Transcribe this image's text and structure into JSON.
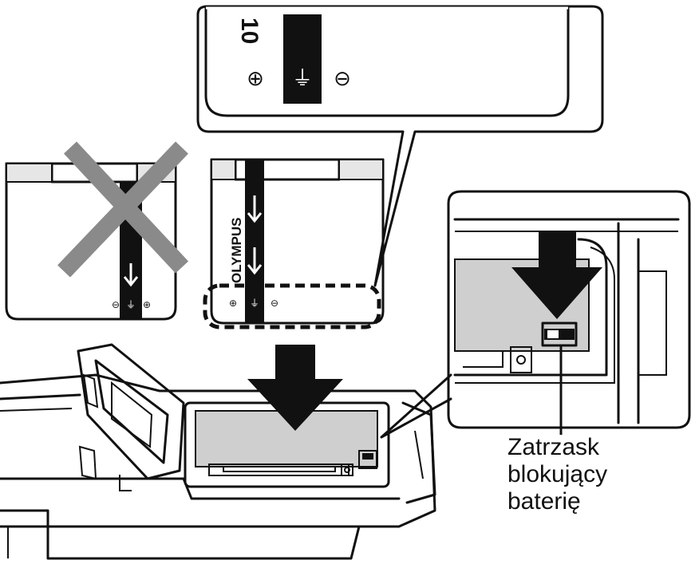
{
  "zoom_top": {
    "label_number": "10",
    "plus_sign": "⊕",
    "ground_sign": "⏚",
    "minus_sign": "⊖"
  },
  "battery_wrong": {
    "plus_sign": "⊕",
    "ground_sign": "⏚",
    "minus_sign": "⊖"
  },
  "battery_correct": {
    "brand": "OLYMPUS",
    "plus_sign": "⊕",
    "ground_sign": "⏚",
    "minus_sign": "⊖"
  },
  "callout": {
    "line1": "Zatrzask",
    "line2": "blokujący",
    "line3": "baterię"
  },
  "colors": {
    "stroke": "#111111",
    "fill_gray": "#cfcfcf",
    "cross": "#8a8a8a"
  }
}
